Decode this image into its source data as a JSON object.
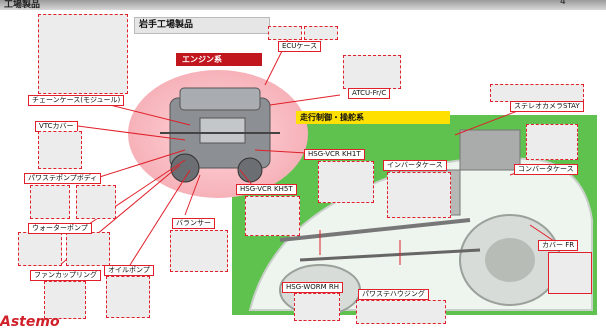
{
  "header": {
    "title": "工場製品",
    "right": "4"
  },
  "factory_banner": "岩手工場製品",
  "engine_banner": "エンジン系",
  "steering_banner": "走行制御・操舵系",
  "logo": "Astemo",
  "labels": {
    "chain_case": "チェーンケース(モジュール)",
    "vtc_cover": "VTCカバー",
    "ps_pump_body": "パワステポンプボディ",
    "water_pump": "ウォーターポンプ",
    "fan_coupling": "ファンカップリング",
    "oil_pump": "オイルポンプ",
    "balancer": "バランサー",
    "hsg_vcr_kh5t": "HSG-VCR KH5T",
    "hsg_vcr_kh1t": "HSG-VCR KH1T",
    "hsg_worm_rh": "HSG-WORM RH",
    "ps_housing": "パワステハウジング",
    "inverter_case": "インバータケース",
    "converter_case": "コンバータケース",
    "stereo_camera_stay": "ステレオカメラSTAY",
    "atcu_fc": "ATCU-Fr/C",
    "ecu_case": "ECUケース",
    "cover_fr": "カバー FR"
  },
  "colors": {
    "accent_red": "#e0202a",
    "green": "#5fc24f",
    "yellow": "#ffe000",
    "pink": "#f7b4bb"
  }
}
